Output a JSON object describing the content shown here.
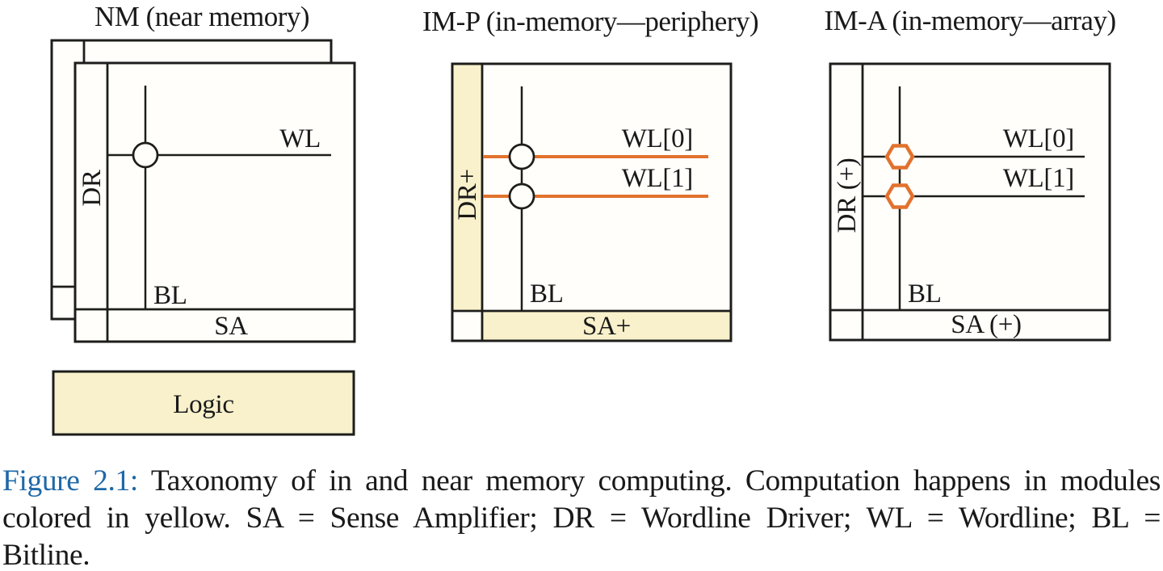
{
  "figure": {
    "panels": {
      "nm": {
        "title": "NM (near memory)",
        "dr_label": "DR",
        "sa_label": "SA",
        "wl_label": "WL",
        "bl_label": "BL",
        "logic_label": "Logic"
      },
      "im_p": {
        "title": "IM-P (in-memory—periphery)",
        "dr_label": "DR+",
        "sa_label": "SA+",
        "wl0_label": "WL[0]",
        "wl1_label": "WL[1]",
        "bl_label": "BL"
      },
      "im_a": {
        "title": "IM-A (in-memory—array)",
        "dr_label": "DR (+)",
        "sa_label": "SA (+)",
        "wl0_label": "WL[0]",
        "wl1_label": "WL[1]",
        "bl_label": "BL"
      }
    },
    "caption": {
      "number": "Figure 2.1:",
      "line1_rest": "Taxonomy of in and near memory computing. Computation happens in modules",
      "line2": "colored in yellow. SA = Sense Amplifier; DR = Wordline Driver; WL = Wordline; BL =",
      "line3": "Bitline."
    }
  },
  "colors": {
    "yellow": "#f8f1cb",
    "orange": "#e2722e",
    "blue": "#1e68a8",
    "ink": "#1d1d1b"
  }
}
